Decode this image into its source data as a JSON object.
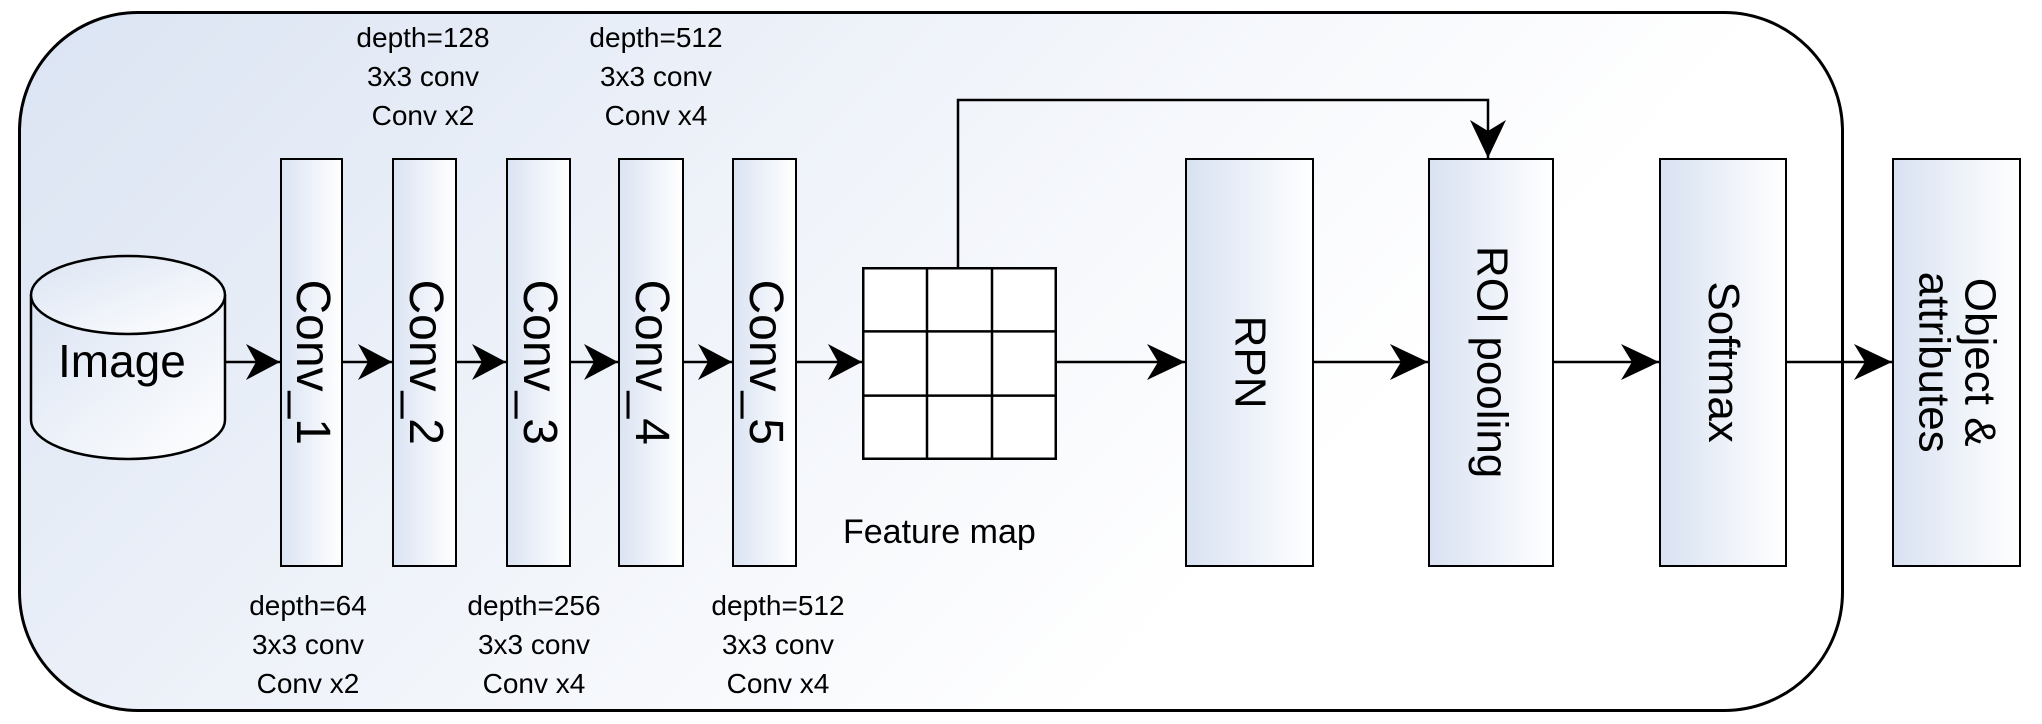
{
  "input": {
    "label": "Image"
  },
  "conv_layers": [
    {
      "label": "Conv_1",
      "notes": [
        "depth=64",
        "3x3 conv",
        "Conv x2"
      ]
    },
    {
      "label": "Conv_2",
      "notes": [
        "depth=128",
        "3x3 conv",
        "Conv x2"
      ]
    },
    {
      "label": "Conv_3",
      "notes": [
        "depth=256",
        "3x3 conv",
        "Conv x4"
      ]
    },
    {
      "label": "Conv_4",
      "notes": [
        "depth=512",
        "3x3 conv",
        "Conv x4"
      ]
    },
    {
      "label": "Conv_5",
      "notes": [
        "depth=512",
        "3x3 conv",
        "Conv x4"
      ]
    }
  ],
  "feature_map": {
    "label": "Feature map",
    "rows": 3,
    "cols": 3
  },
  "stages": [
    {
      "label": "RPN"
    },
    {
      "label": "ROI pooling"
    },
    {
      "label": "Softmax"
    }
  ],
  "output": {
    "line1": "Object &",
    "line2": "attributes"
  },
  "colors": {
    "stroke": "#000000",
    "fill_light": "#dbe4f3"
  }
}
